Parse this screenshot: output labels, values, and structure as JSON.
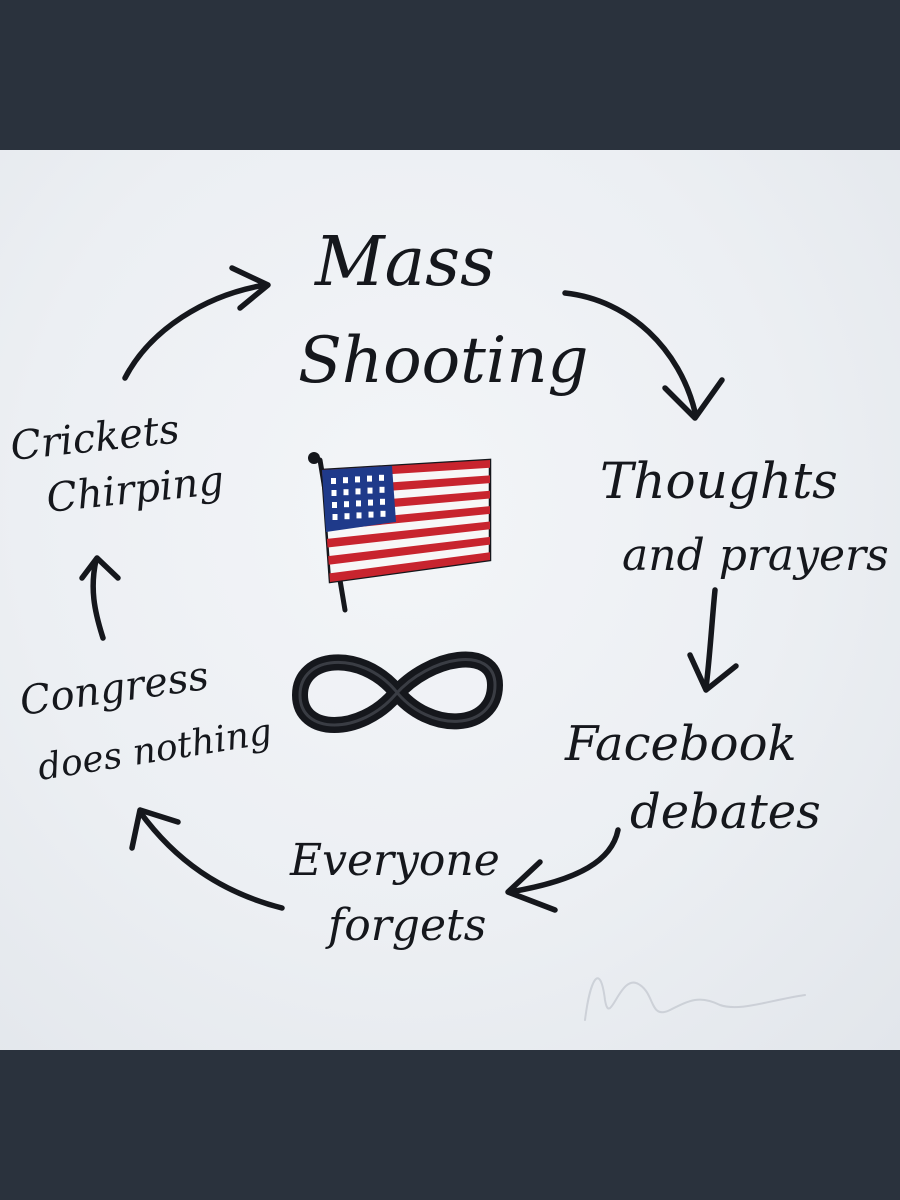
{
  "cycle": {
    "steps": [
      {
        "id": "mass-shooting",
        "lines": [
          "Mass",
          "Shooting"
        ]
      },
      {
        "id": "thoughts-and-prayers",
        "lines": [
          "Thoughts",
          "and prayers"
        ]
      },
      {
        "id": "facebook-debates",
        "lines": [
          "Facebook",
          "debates"
        ]
      },
      {
        "id": "everyone-forgets",
        "lines": [
          "Everyone",
          "forgets"
        ]
      },
      {
        "id": "congress-does-nothing",
        "lines": [
          "Congress",
          "does nothing"
        ]
      },
      {
        "id": "crickets-chirping",
        "lines": [
          "Crickets",
          "Chirping"
        ]
      }
    ]
  },
  "center": {
    "flag": "us-flag-icon",
    "symbol": "infinity-icon"
  },
  "colors": {
    "ink": "#15171c",
    "flag_red": "#c8242e",
    "flag_blue": "#1f3a8a",
    "board": "#eef1f5",
    "frame": "#2a323d"
  }
}
